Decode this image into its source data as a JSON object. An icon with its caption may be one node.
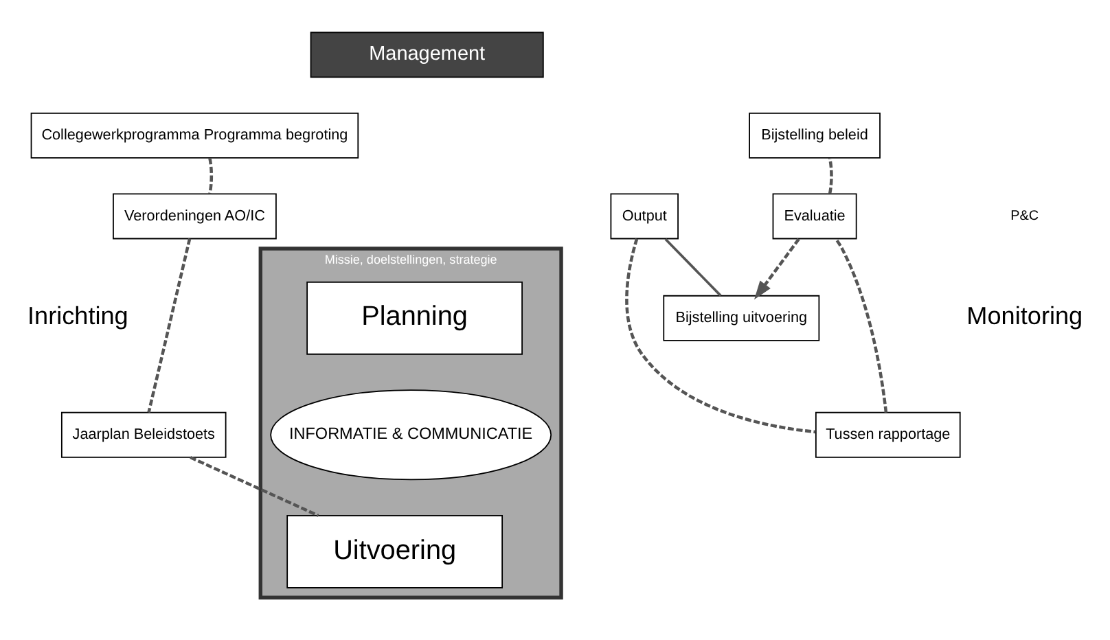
{
  "diagram": {
    "nodes": [
      {
        "text": [
          "Management"
        ]
      },
      {
        "text": [
          "Missie, doelstellingen, strategie"
        ]
      },
      {
        "text": [
          "Planning"
        ],
        "in": 1
      },
      {
        "text": [
          "INFORMATIE & COMMUNICATIE"
        ],
        "in": 1
      },
      {
        "text": [
          "Uitvoering"
        ],
        "in": 1
      },
      {
        "text": [
          "Bijstelling beleid"
        ]
      },
      {
        "text": [
          "Collegewerkprogramma Programma begroting"
        ]
      },
      {
        "text": [
          "Evaluatie"
        ]
      },
      {
        "text": [
          "Verordeningen AO/IC"
        ]
      },
      {
        "text": [
          "Tussen rapportage"
        ]
      },
      {
        "text": [
          "Jaarplan Beleidstoets"
        ]
      },
      {
        "text": [
          "Output"
        ]
      },
      {
        "text": [
          "Bijstelling uitvoering"
        ]
      }
    ],
    "edges": [
      {
        "from": 6,
        "to": 8,
        "arrow": "none",
        "style": "dashed"
      },
      {
        "from": 8,
        "to": 10,
        "arrow": "none",
        "style": "dashed"
      },
      {
        "from": 10,
        "to": 4,
        "arrow": "none",
        "style": "dashed"
      },
      {
        "from": 11,
        "to": 9,
        "arrow": "none",
        "style": "dashed"
      },
      {
        "from": 9,
        "to": 7,
        "arrow": "none",
        "style": "dashed"
      },
      {
        "from": 7,
        "to": 5,
        "arrow": "none",
        "style": "dashed"
      },
      {
        "from": 7,
        "to": 12,
        "arrow": "to",
        "style": "dashed"
      },
      {
        "from": 11,
        "to": 12,
        "arrow": "none"
      }
    ],
    "labels": [
      "P&C",
      "Monitoring",
      "Inrichting"
    ]
  }
}
